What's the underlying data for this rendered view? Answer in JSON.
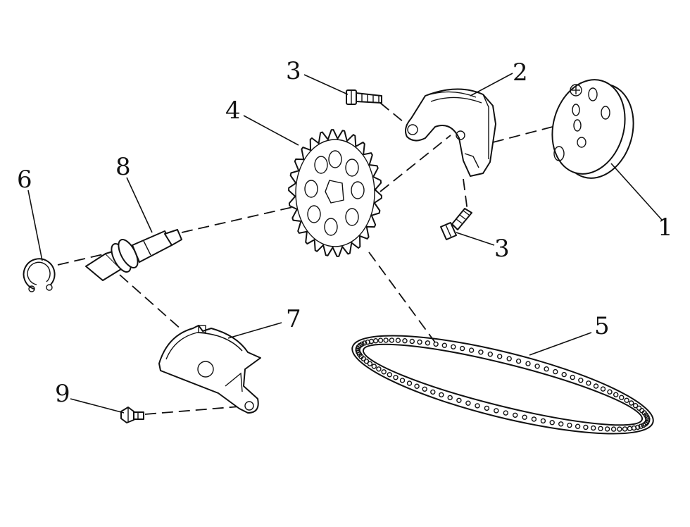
{
  "callouts": [
    {
      "id": "1",
      "text": "1"
    },
    {
      "id": "2",
      "text": "2"
    },
    {
      "id": "3a",
      "text": "3"
    },
    {
      "id": "3b",
      "text": "3"
    },
    {
      "id": "4",
      "text": "4"
    },
    {
      "id": "5",
      "text": "5"
    },
    {
      "id": "6",
      "text": "6"
    },
    {
      "id": "7",
      "text": "7"
    },
    {
      "id": "8",
      "text": "8"
    },
    {
      "id": "9",
      "text": "9"
    }
  ],
  "colors": {
    "ink": "#111111",
    "background": "#ffffff"
  }
}
